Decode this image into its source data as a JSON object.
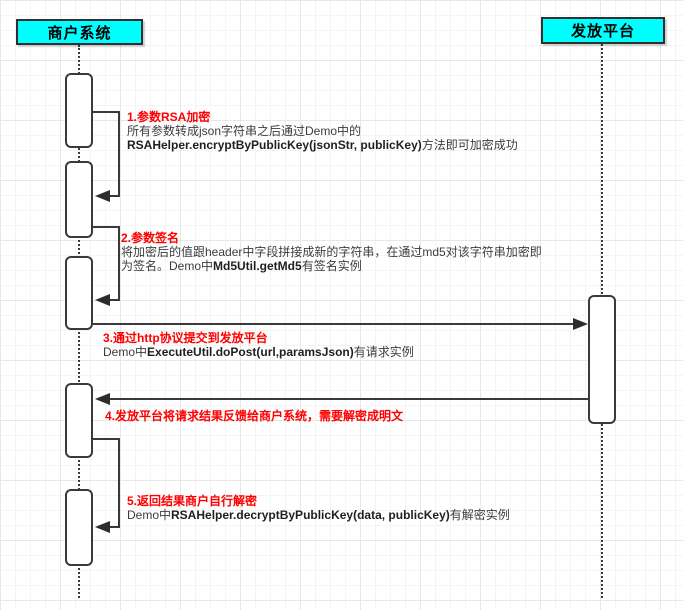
{
  "diagram": {
    "type": "sequence",
    "actors": [
      {
        "id": "merchant",
        "label": "商户系统"
      },
      {
        "id": "platform",
        "label": "发放平台"
      }
    ],
    "steps": [
      {
        "title": "1.参数RSA加密",
        "line1": "所有参数转成json字符串之后通过Demo中的",
        "line2_bold": "RSAHelper.encryptByPublicKey(jsonStr, publicKey)",
        "line2_post": "方法即可加密成功"
      },
      {
        "title": "2.参数签名",
        "line1": "将加密后的值跟header中字段拼接成新的字符串，在通过md5对该字符串加密即",
        "line2_pre": "为签名。Demo中",
        "line2_bold": "Md5Util.getMd5",
        "line2_post": "有签名实例"
      },
      {
        "title": "3.通过http协议提交到发放平台",
        "line1_pre": "Demo中",
        "line1_bold": "ExecuteUtil.doPost(url,paramsJson)",
        "line1_post": "有请求实例"
      },
      {
        "title": "4.发放平台将请求结果反馈给商户系统，需要解密成明文"
      },
      {
        "title": "5.返回结果商户自行解密",
        "line1_pre": "Demo中",
        "line1_bold": "RSAHelper.decryptByPublicKey(data, publicKey)",
        "line1_post": "有解密实例"
      }
    ],
    "colors": {
      "actor_fill": "#00ffff",
      "accent_red": "#ff0000",
      "stroke": "#3a3a3a"
    }
  }
}
